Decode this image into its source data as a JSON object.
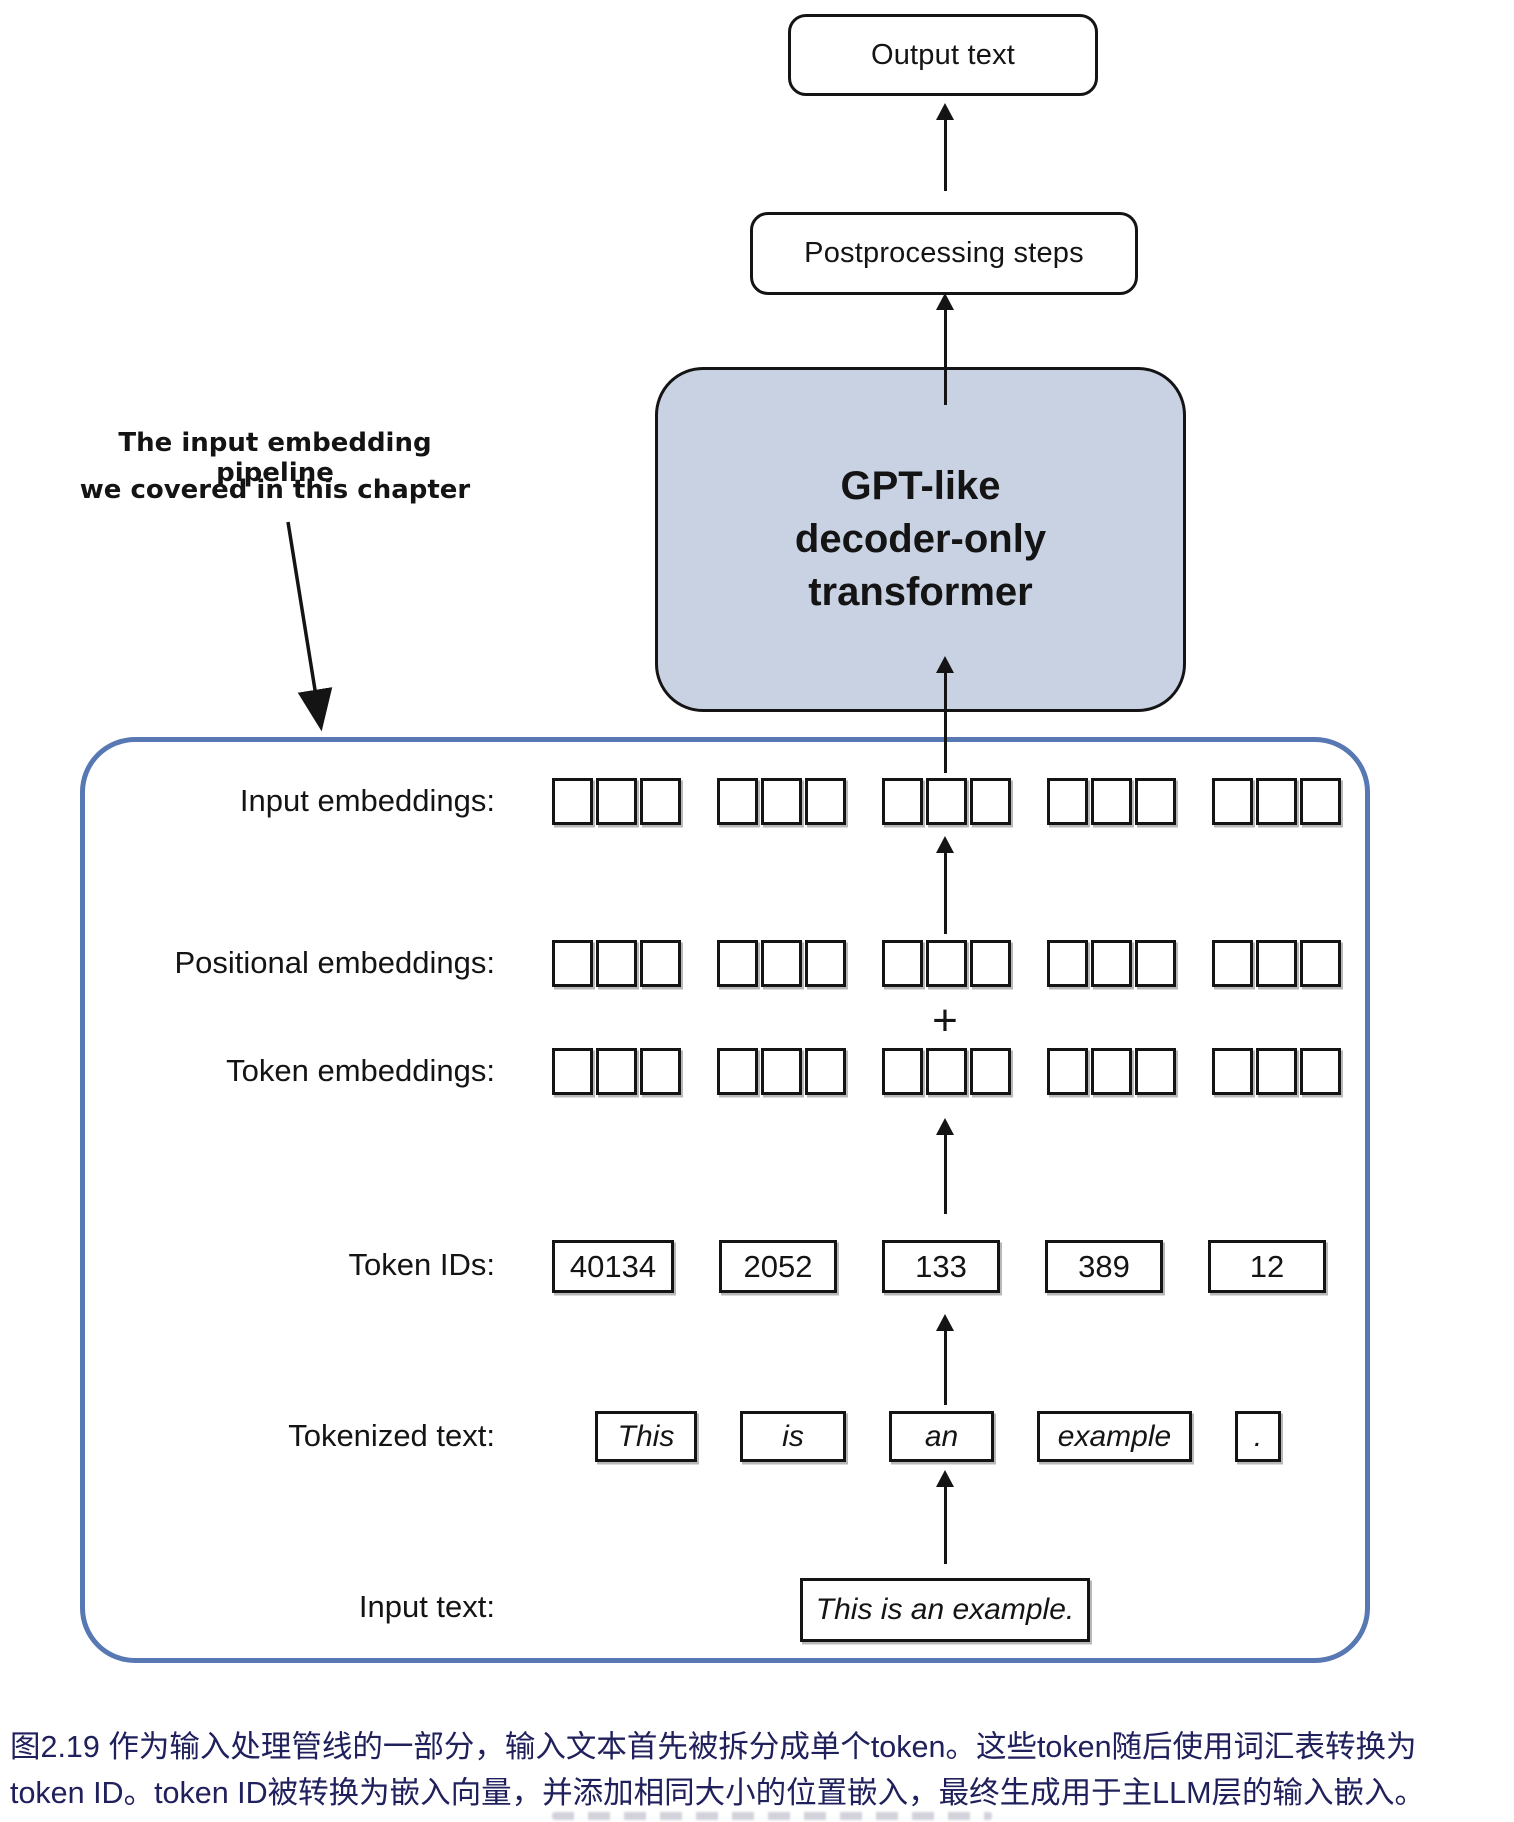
{
  "diagram": {
    "output_box_label": "Output text",
    "postprocessing_box_label": "Postprocessing steps",
    "gpt_box": {
      "line1": "GPT-like",
      "line2": "decoder-only",
      "line3": "transformer"
    },
    "annotation": {
      "line1": "The input embedding pipeline",
      "line2": "we covered in this chapter"
    },
    "plus_sign": "+",
    "labels": {
      "input_embeddings": "Input embeddings:",
      "positional_embeddings": "Positional embeddings:",
      "token_embeddings": "Token embeddings:",
      "token_ids": "Token IDs:",
      "tokenized_text": "Tokenized text:",
      "input_text": "Input text:"
    },
    "embedding_rows": {
      "groups": 5,
      "squares_per_group": 3
    },
    "token_ids": [
      "40134",
      "2052",
      "133",
      "389",
      "12"
    ],
    "tokens": [
      "This",
      "is",
      "an",
      "example",
      "."
    ],
    "input_text_value": "This is an example."
  },
  "caption": {
    "line1": "图2.19 作为输入处理管线的一部分，输入文本首先被拆分成单个token。这些token随后使用词汇表转换为",
    "line2": "token ID。token ID被转换为嵌入向量，并添加相同大小的位置嵌入，最终生成用于主LLM层的输入嵌入。"
  },
  "colors": {
    "gpt_box_fill": "#c8d2e3",
    "container_border": "#5878b4",
    "caption_text": "#20205c",
    "line_color": "#141414"
  }
}
